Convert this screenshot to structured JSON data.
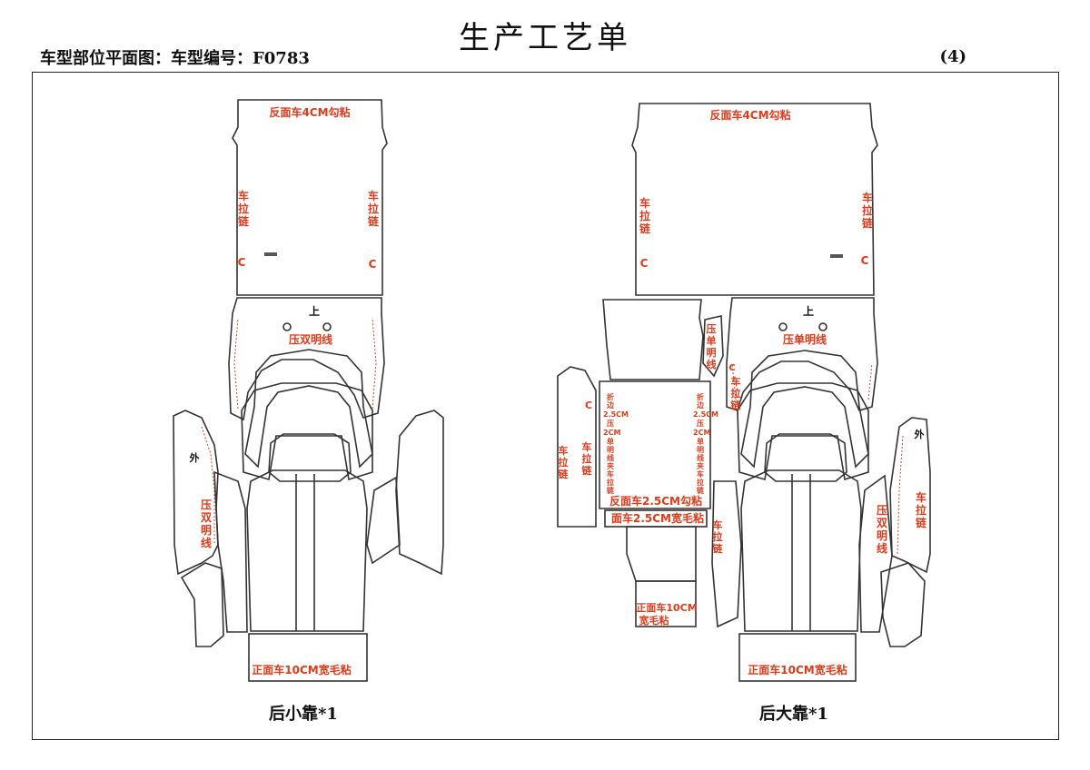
{
  "header": {
    "title": "生产工艺单",
    "subtitle": "车型部位平面图：车型编号：F0783",
    "page_number": "(4)"
  },
  "left_drawing": {
    "caption": "后小靠*1",
    "top_panel_label": "反面车4CM勾粘",
    "zip_left": "车拉链",
    "zip_right": "车拉链",
    "mark_c_left": "C",
    "mark_c_right": "C",
    "top_mark": "上",
    "stitch_label": "压双明线",
    "outer_label": "外",
    "side_stitch_label": "压双明线",
    "bottom_label": "正面车10CM宽毛粘"
  },
  "right_drawing": {
    "caption": "后大靠*1",
    "top_panel_label": "反面车4CM勾粘",
    "zip_left": "车拉链",
    "zip_right": "车拉链",
    "mark_c_left": "C",
    "mark_c_right": "C",
    "top_mark": "上",
    "stitch_label": "压单明线",
    "small_piece_label": "压单明线",
    "c_zip_label": "C车拉链",
    "outer_label": "外",
    "side_zip_label": "车拉链",
    "side_stitch_label": "压双明线",
    "bottom_label": "正面车10CM宽毛粘"
  },
  "middle_pieces": {
    "left_strip_mark": "C",
    "left_strip_zip1": "车拉链",
    "left_strip_zip2": "车拉链",
    "note_left": "折边2.5CM压2CM单明线夹车拉链",
    "note_right": "折边2.5CM压2CM单明线夹车拉链",
    "label_glue": "反面车2.5CM勾粘",
    "label_wide": "面车2.5CM宽毛粘",
    "label_bottom_piece": "正面车10CM宽毛粘",
    "right_zip": "车拉链"
  }
}
